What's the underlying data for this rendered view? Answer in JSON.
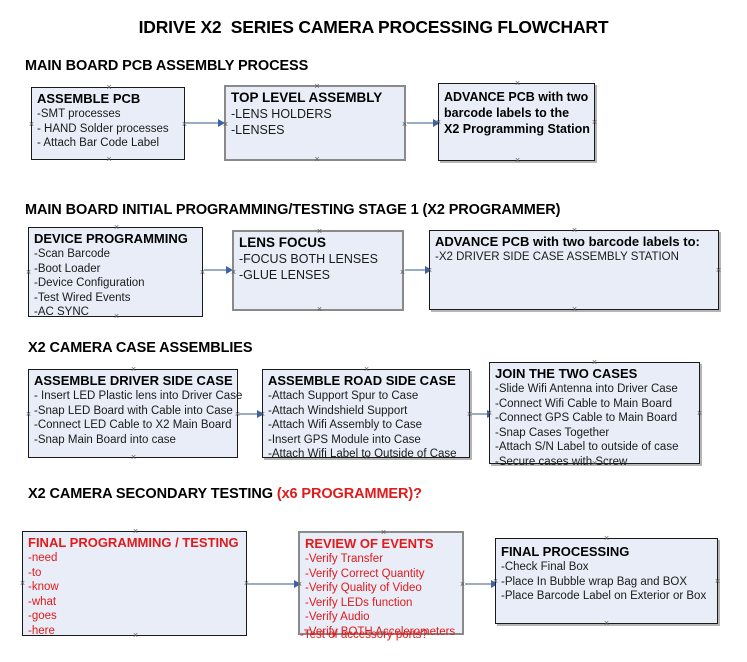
{
  "document": {
    "title": "IDRIVE X2  SERIES CAMERA PROCESSING FLOWCHART"
  },
  "colors": {
    "box_fill": "#e8edf7",
    "box_border": "#1a1a1a",
    "box_border_selected": "#8a8a8a",
    "connector": "#9aacc4",
    "arrowhead": "#3f63a8",
    "accent_red": "#e01b1b",
    "text": "#000000"
  },
  "sections": [
    {
      "heading": "MAIN BOARD PCB ASSEMBLY PROCESS",
      "heading_accent": "",
      "nodes": [
        {
          "title": "ASSEMBLE PCB",
          "lines": [
            "-SMT processes",
            "- HAND Solder processes",
            "- Attach Bar Code Label"
          ]
        },
        {
          "title": "TOP LEVEL ASSEMBLY",
          "lines": [
            "-LENS HOLDERS",
            "-LENSES"
          ]
        },
        {
          "title": "ADVANCE PCB with two",
          "lines": [
            "barcode labels to the",
            " X2 Programming Station"
          ]
        }
      ]
    },
    {
      "heading": "MAIN BOARD INITIAL PROGRAMMING/TESTING STAGE 1 (X2 PROGRAMMER)",
      "heading_accent": "",
      "nodes": [
        {
          "title": "DEVICE PROGRAMMING",
          "lines": [
            "-Scan Barcode",
            "-Boot Loader",
            "-Device Configuration",
            "-Test Wired Events",
            "-AC SYNC"
          ]
        },
        {
          "title": "LENS FOCUS",
          "lines": [
            "-FOCUS BOTH LENSES",
            "-GLUE LENSES"
          ]
        },
        {
          "title": "ADVANCE PCB with two barcode labels to:",
          "lines": [
            "-X2 DRIVER  SIDE  CASE  ASSEMBLY STATION"
          ]
        }
      ]
    },
    {
      "heading": "X2 CAMERA CASE ASSEMBLIES",
      "heading_accent": "",
      "nodes": [
        {
          "title": "ASSEMBLE DRIVER SIDE CASE",
          "lines": [
            "- Insert LED Plastic lens into Driver Case",
            "-Snap LED Board with Cable into Case",
            "-Connect LED Cable to X2 Main Board",
            "-Snap Main Board into case"
          ]
        },
        {
          "title": "ASSEMBLE ROAD SIDE CASE",
          "lines": [
            "-Attach Support Spur to Case",
            "-Attach Windshield Support",
            "-Attach Wifi Assembly to Case",
            "-Insert GPS Module into Case",
            "-Attach Wifi Label to Outside of Case"
          ]
        },
        {
          "title": "JOIN THE TWO CASES",
          "lines": [
            "-Slide Wifi Antenna into Driver Case",
            "-Connect Wifi Cable to Main Board",
            "-Connect GPS Cable to Main Board",
            "-Snap Cases Together",
            "-Attach S/N Label to outside of case",
            "-Secure cases with Screw"
          ]
        }
      ]
    },
    {
      "heading": "X2 CAMERA SECONDARY TESTING ",
      "heading_accent": "(x6 PROGRAMMER)?",
      "nodes": [
        {
          "title": "FINAL PROGRAMMING / TESTING",
          "lines": [
            "-need",
            "-to",
            "-know",
            "-what",
            "-goes",
            "-here"
          ]
        },
        {
          "title": "REVIEW OF EVENTS",
          "lines": [
            "-Verify Transfer",
            "-Verify Correct Quantity",
            "-Verify Quality of Video",
            "-Verify LEDs function",
            "-Verify Audio",
            "-Verify BOTH Accelerometers"
          ],
          "overflow_line": "-Test of accessory ports?"
        },
        {
          "title": "FINAL PROCESSING",
          "lines": [
            " -Check Final Box",
            "-Place In Bubble wrap Bag and BOX",
            "-Place Barcode Label on Exterior or Box"
          ]
        }
      ]
    }
  ]
}
